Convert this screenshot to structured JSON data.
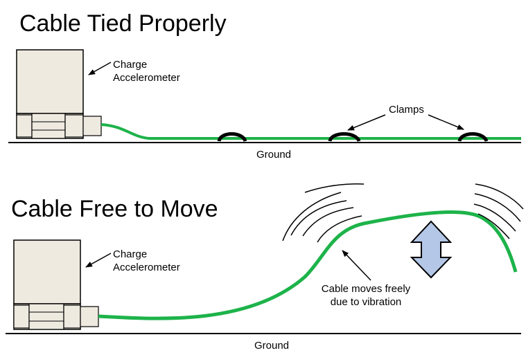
{
  "top_panel": {
    "title": "Cable Tied Properly",
    "sensor_label_line1": "Charge",
    "sensor_label_line2": "Accelerometer",
    "clamps_label": "Clamps",
    "ground_label": "Ground"
  },
  "bottom_panel": {
    "title": "Cable Free to Move",
    "sensor_label_line1": "Charge",
    "sensor_label_line2": "Accelerometer",
    "cable_label_line1": "Cable moves freely",
    "cable_label_line2": "due to vibration",
    "ground_label": "Ground"
  },
  "colors": {
    "cable": "#1db34a",
    "sensor_body": "#eeeae0",
    "arrow_fill": "#b4c7e7",
    "outline": "#000000"
  }
}
